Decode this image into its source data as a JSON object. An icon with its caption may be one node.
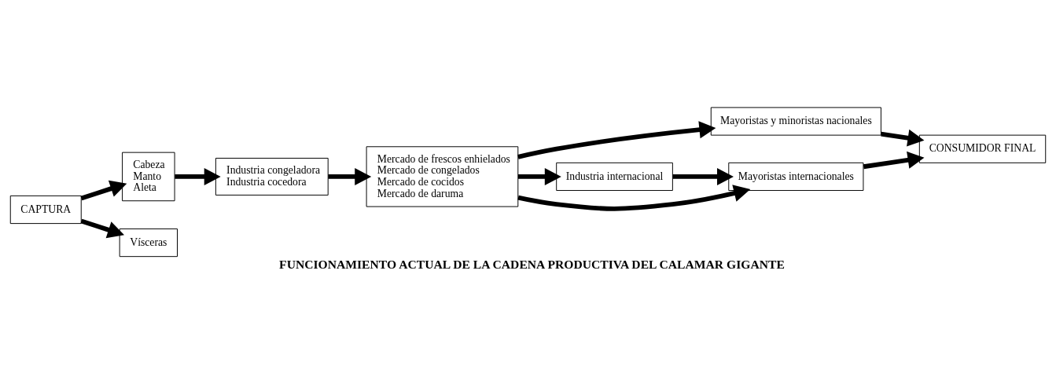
{
  "diagram": {
    "title": "FUNCIONAMIENTO ACTUAL DE LA CADENA PRODUCTIVA DEL CALAMAR GIGANTE",
    "nodes": [
      {
        "text": [
          "CAPTURA"
        ]
      },
      {
        "text": [
          "Cabeza",
          "Manto",
          "Aleta"
        ]
      },
      {
        "text": [
          "Vísceras"
        ]
      },
      {
        "text": [
          "Industria congeladora",
          "Industria cocedora"
        ]
      },
      {
        "text": [
          "Mercado de frescos enhielados",
          "Mercado de congelados",
          "Mercado de cocidos",
          "Mercado de daruma"
        ]
      },
      {
        "text": [
          "Mayoristas y minoristas nacionales"
        ]
      },
      {
        "text": [
          "Industria internacional"
        ]
      },
      {
        "text": [
          "Mayoristas internacionales"
        ]
      },
      {
        "text": [
          "CONSUMIDOR FINAL"
        ]
      }
    ],
    "edges": [
      {
        "from": 0,
        "to": 1,
        "arrow": "to"
      },
      {
        "from": 0,
        "to": 2,
        "arrow": "to"
      },
      {
        "from": 1,
        "to": 3,
        "arrow": "to"
      },
      {
        "from": 3,
        "to": 4,
        "arrow": "to"
      },
      {
        "from": 4,
        "to": 5,
        "arrow": "to"
      },
      {
        "from": 4,
        "to": 6,
        "arrow": "to"
      },
      {
        "from": 4,
        "to": 7,
        "arrow": "to"
      },
      {
        "from": 6,
        "to": 7,
        "arrow": "to"
      },
      {
        "from": 7,
        "to": 8,
        "arrow": "to"
      },
      {
        "from": 5,
        "to": 8,
        "arrow": "to"
      }
    ]
  }
}
